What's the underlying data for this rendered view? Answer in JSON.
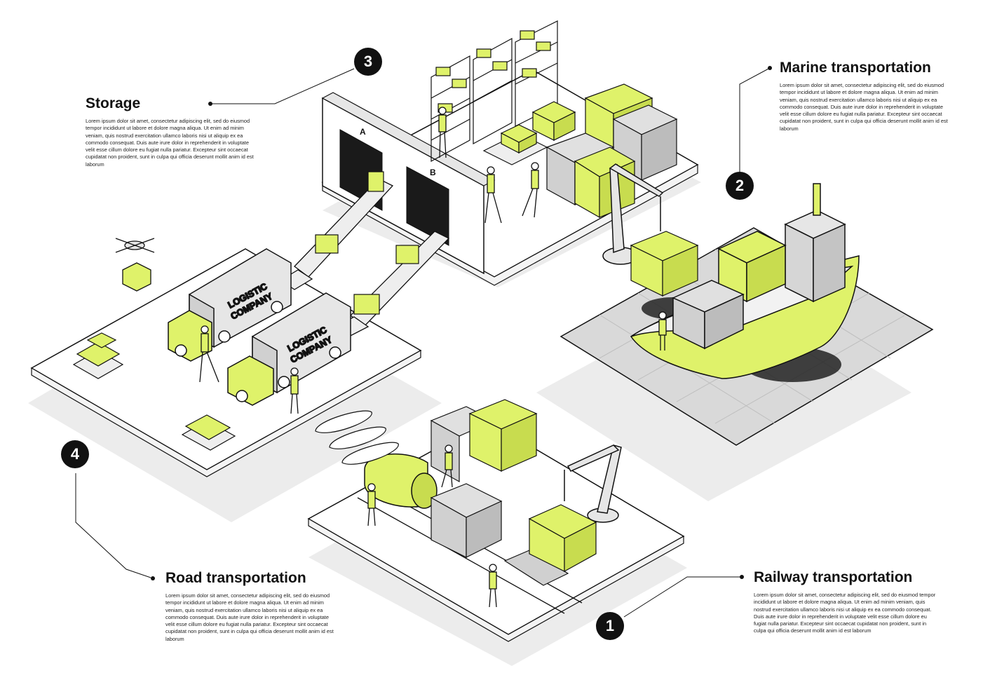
{
  "sections": [
    {
      "id": "storage",
      "number": "3",
      "title": "Storage",
      "text": "Lorem ipsum dolor sit amet, consectetur adipiscing elit, sed do eiusmod tempor incididunt ut labore et dolore magna aliqua. Ut enim ad minim veniam, quis nostrud exercitation ullamco laboris nisi ut aliquip ex ea commodo consequat. Duis aute irure dolor in reprehenderit in voluptate velit esse cillum dolore eu fugiat nulla pariatur. Excepteur sint occaecat cupidatat non proident, sunt in culpa qui officia deserunt mollit anim id est laborum"
    },
    {
      "id": "marine",
      "number": "2",
      "title": "Marine transportation",
      "text": "Lorem ipsum dolor sit amet, consectetur adipiscing elit, sed do eiusmod tempor incididunt ut labore et dolore magna aliqua. Ut enim ad minim veniam, quis nostrud exercitation ullamco laboris nisi ut aliquip ex ea commodo consequat. Duis aute irure dolor in reprehenderit in voluptate velit esse cillum dolore eu fugiat nulla pariatur. Excepteur sint occaecat cupidatat non proident, sunt in culpa qui officia deserunt mollit anim id est laborum"
    },
    {
      "id": "road",
      "number": "4",
      "title": "Road transportation",
      "text": "Lorem ipsum dolor sit amet, consectetur adipiscing elit, sed do eiusmod tempor incididunt ut labore et dolore magna aliqua. Ut enim ad minim veniam, quis nostrud exercitation ullamco laboris nisi ut aliquip ex ea commodo consequat. Duis aute irure dolor in reprehenderit in voluptate velit esse cillum dolore eu fugiat nulla pariatur. Excepteur sint occaecat cupidatat non proident, sunt in culpa qui officia deserunt mollit anim id est laborum"
    },
    {
      "id": "railway",
      "number": "1",
      "title": "Railway transportation",
      "text": "Lorem ipsum dolor sit amet, consectetur adipiscing elit, sed do eiusmod tempor incididunt ut labore et dolore magna aliqua. Ut enim ad minim veniam, quis nostrud exercitation ullamco laboris nisi ut aliquip ex ea commodo consequat. Duis aute irure dolor in reprehenderit in voluptate velit esse cillum dolore eu fugiat nulla pariatur. Excepteur sint occaecat cupidatat non proident, sunt in culpa qui officia deserunt mollit anim id est laborum"
    }
  ],
  "illustration": {
    "truck_label_line1": "LOGISTIC",
    "truck_label_line2": "COMPANY",
    "door_a": "A",
    "door_b": "B"
  },
  "colors": {
    "accent": "#dff26a",
    "outline": "#111111",
    "platform": "#ffffff",
    "shadow": "#ececec",
    "metal": "#dcdcdc",
    "water": "#d9d9d9"
  }
}
